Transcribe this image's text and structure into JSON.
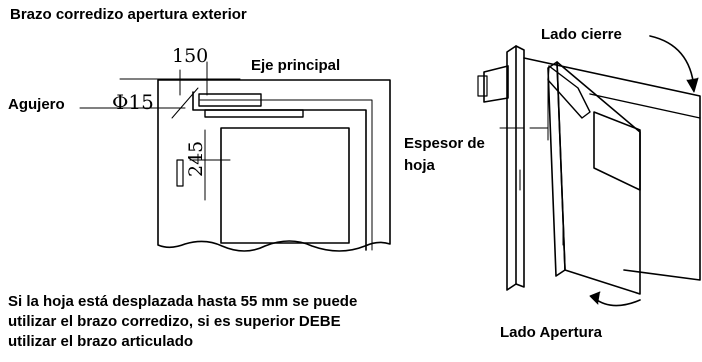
{
  "title": "Brazo corredizo apertura exterior",
  "labels": {
    "eje_principal": "Eje principal",
    "agujero": "Agujero",
    "espesor": "Espesor de",
    "hoja": "hoja",
    "lado_cierre": "Lado cierre",
    "lado_apertura": "Lado Apertura"
  },
  "dimensions": {
    "d150": "150",
    "phi15": "Φ15",
    "d245": "245"
  },
  "note": {
    "line1": "Si la hoja está desplazada hasta 55 mm se puede",
    "line2": "utilizar el brazo corredizo, si es superior DEBE",
    "line3": "utilizar el brazo articulado"
  },
  "colors": {
    "line": "#000000",
    "background": "#ffffff"
  }
}
